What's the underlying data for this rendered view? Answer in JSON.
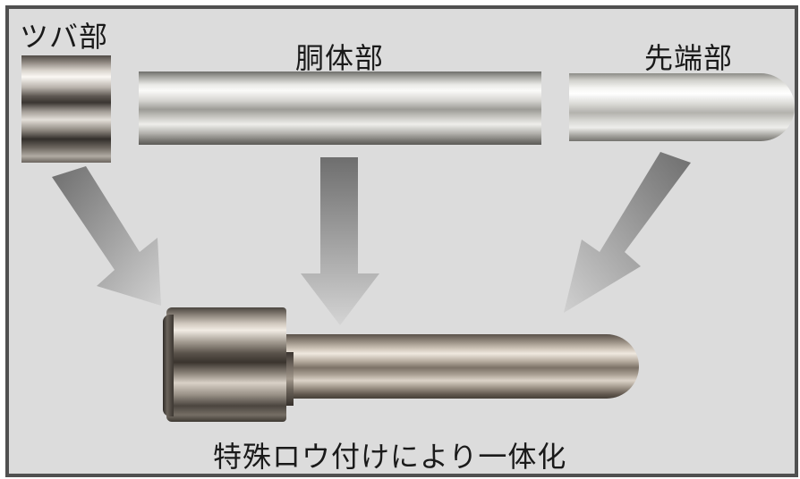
{
  "labels": {
    "collar": "ツバ部",
    "body": "胴体部",
    "tip": "先端部",
    "caption": "特殊ロウ付けにより一体化"
  },
  "colors": {
    "background": "#dcdcdc",
    "border": "#505050",
    "arrow_dark": "#7d7d7d",
    "arrow_light": "#c8c8c8",
    "text": "#1a1a1a"
  }
}
